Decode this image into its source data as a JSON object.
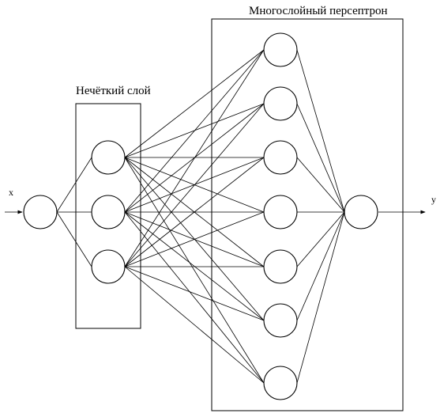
{
  "fuzzy_layer": {
    "title": "Нечёткий слой"
  },
  "perceptron": {
    "title": "Многослойный персептрон"
  },
  "input": {
    "label": "x"
  },
  "output": {
    "label": "y"
  },
  "colors": {
    "stroke": "#000000",
    "background": "#ffffff"
  }
}
